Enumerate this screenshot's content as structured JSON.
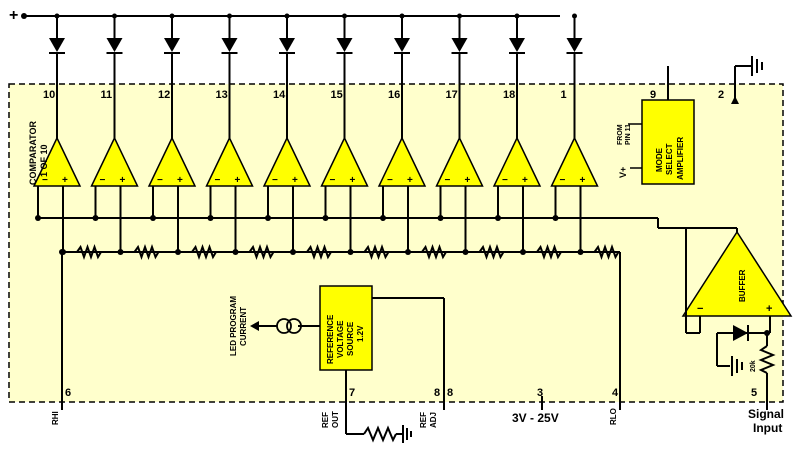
{
  "supply": {
    "plus_label": "+"
  },
  "comparators": {
    "label_line1": "COMPARATOR",
    "label_line2": "1 OF 10",
    "pins": [
      "10",
      "11",
      "12",
      "13",
      "14",
      "15",
      "16",
      "17",
      "18",
      "1"
    ],
    "minus": "−",
    "plus": "+"
  },
  "mode_amp": {
    "line1": "MODE",
    "line2": "SELECT",
    "line3": "AMPLIFIER",
    "pin_top": "9",
    "from_label_1": "FROM",
    "from_label_2": "PIN 11",
    "vplus": "V+"
  },
  "ground_pin": "2",
  "buffer": {
    "label": "BUFFER",
    "minus": "−",
    "plus": "+"
  },
  "reference": {
    "line1": "REFERENCE",
    "line2": "VOLTAGE",
    "line3": "SOURCE",
    "line4": "1.2V",
    "led_line1": "LED PROGRAM",
    "led_line2": "CURRENT"
  },
  "bottom_pins": {
    "p6": "6",
    "p7": "7",
    "p8": "8",
    "p3": "3",
    "p4": "4",
    "p5": "5",
    "rhi": "RHI",
    "ref_out_1": "REF",
    "ref_out_2": "OUT",
    "ref_adj_1": "REF",
    "ref_adj_2": "ADJ",
    "supply_range": "3V - 25V",
    "rlo": "RLO",
    "signal_1": "Signal",
    "signal_2": "Input"
  },
  "input_resistor": "20k"
}
